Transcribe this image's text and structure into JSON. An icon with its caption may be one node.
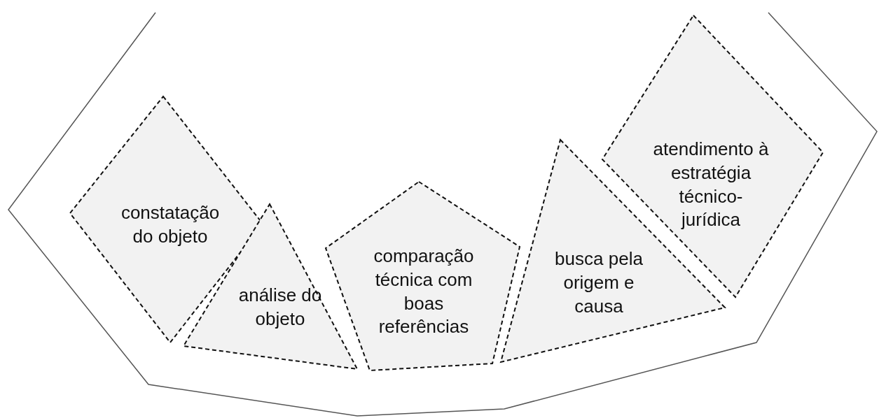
{
  "diagram": {
    "nodes": [
      {
        "text": [
          "constatação do objeto"
        ]
      },
      {
        "text": [
          "análise do objeto"
        ]
      },
      {
        "text": [
          "comparação técnica com boas referências"
        ]
      },
      {
        "text": [
          "busca pela origem e causa"
        ]
      },
      {
        "text": [
          "atendimento à estratégia técnico-jurídica"
        ]
      }
    ]
  }
}
